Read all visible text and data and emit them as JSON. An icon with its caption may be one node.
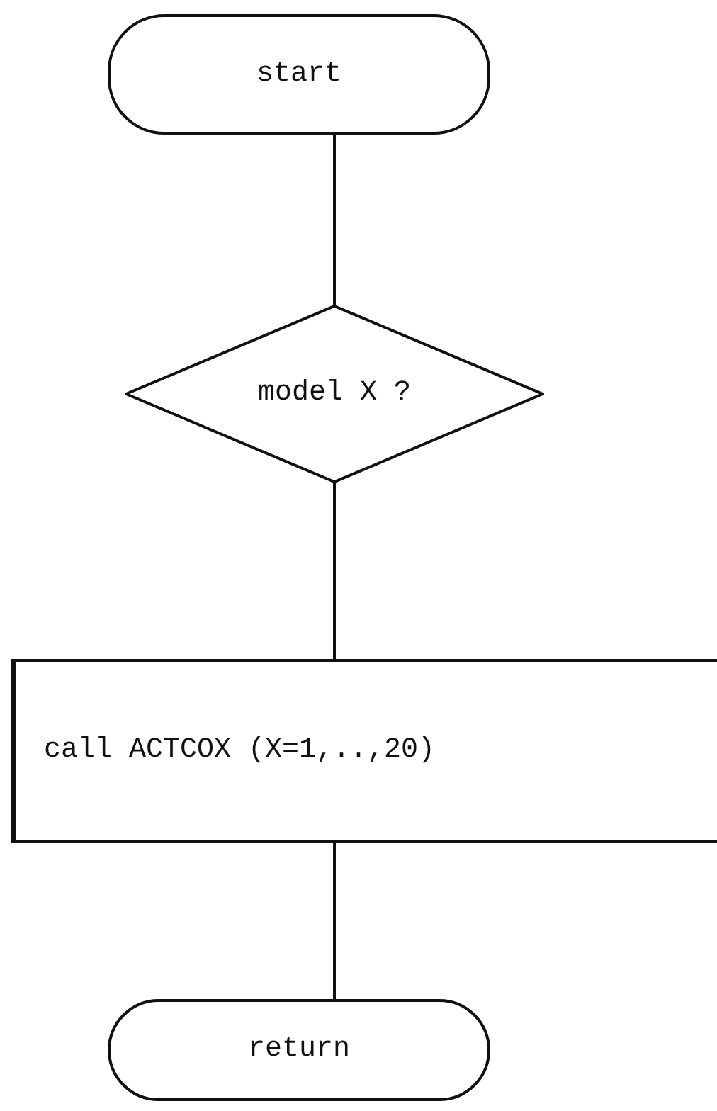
{
  "diagram": {
    "nodes": [
      {
        "text": [
          "start"
        ]
      },
      {
        "text": [
          "model X ?"
        ]
      },
      {
        "text": [
          "call ACTCOX (X=1,..,20)"
        ]
      },
      {
        "text": [
          "return"
        ]
      }
    ],
    "edges": [
      {
        "from": 0,
        "to": 1,
        "arrow": "none"
      },
      {
        "from": 1,
        "to": 2,
        "arrow": "none"
      },
      {
        "from": 2,
        "to": 3,
        "arrow": "none"
      }
    ]
  }
}
